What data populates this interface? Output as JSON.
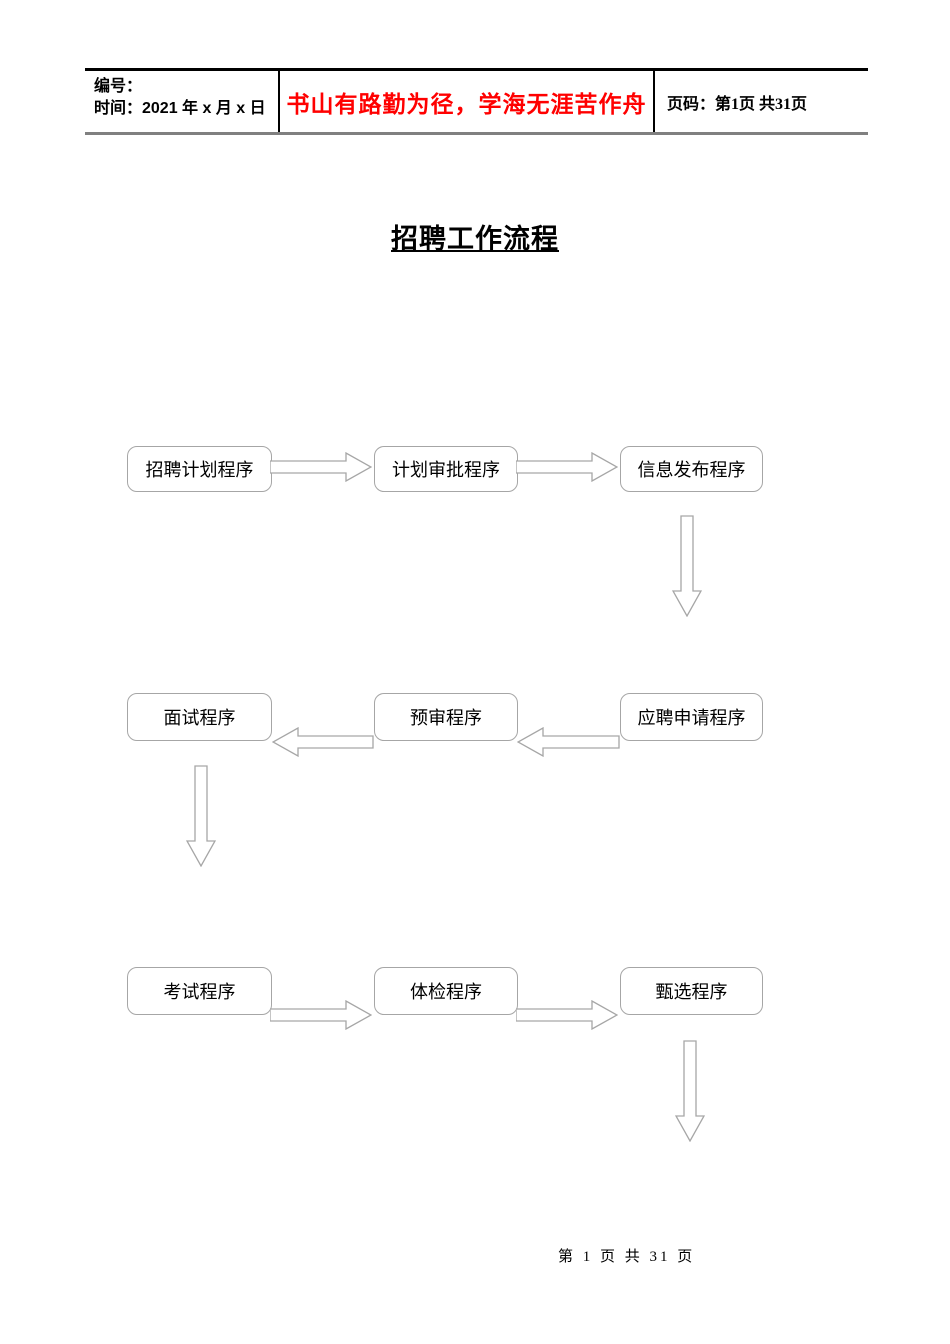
{
  "colors": {
    "motto_red": "#ff0000",
    "shape_border_gray": "#a6a6a6",
    "table_top_border": "#000000",
    "table_bottom_border": "#808080"
  },
  "header": {
    "number_label": "编号：",
    "time_label": "时间：2021 年 x 月 x 日",
    "motto": "书山有路勤为径，学海无涯苦作舟",
    "page_label": "页码：第1页 共31页"
  },
  "document": {
    "title": "招聘工作流程"
  },
  "flowchart": {
    "row1": [
      "招聘计划程序",
      "计划审批程序",
      "信息发布程序"
    ],
    "row2": [
      "面试程序",
      "预审程序",
      "应聘申请程序"
    ],
    "row3": [
      "考试程序",
      "体检程序",
      "甄选程序"
    ]
  },
  "footer": {
    "page_text": "第 1 页 共 31 页"
  }
}
